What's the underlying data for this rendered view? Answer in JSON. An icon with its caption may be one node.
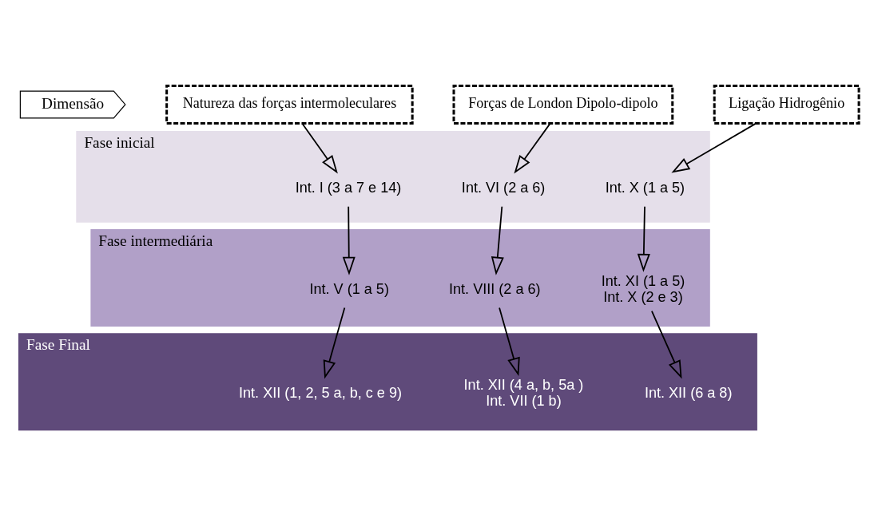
{
  "diagram": {
    "nodes": [
      {
        "text": [
          "Dimensão"
        ]
      },
      {
        "text": [
          "Natureza das forças intermoleculares"
        ]
      },
      {
        "text": [
          "Forças de London Dipolo-dipolo"
        ]
      },
      {
        "text": [
          "Ligação Hidrogênio"
        ]
      },
      {
        "text": [
          "Fase inicial"
        ]
      },
      {
        "text": [
          "Int. I (3 a 7 e 14)"
        ],
        "in": 4
      },
      {
        "text": [
          "Int. VI (2 a 6)"
        ],
        "in": 4
      },
      {
        "text": [
          "Int. X (1 a 5)"
        ],
        "in": 4
      },
      {
        "text": [
          "Fase intermediária"
        ]
      },
      {
        "text": [
          "Int. V (1 a 5)"
        ],
        "in": 8
      },
      {
        "text": [
          "Int. VIII (2 a 6)"
        ],
        "in": 8
      },
      {
        "text": [
          "Int. XI (1 a 5)",
          "Int. X (2 e 3)"
        ],
        "in": 8
      },
      {
        "text": [
          "Fase Final"
        ]
      },
      {
        "text": [
          "Int. XII (1, 2, 5 a, b, c e 9)"
        ],
        "in": 12
      },
      {
        "text": [
          "Int. XII (4 a, b, 5a )",
          "Int. VII (1 b)"
        ],
        "in": 12
      },
      {
        "text": [
          "Int. XII (6 a 8)"
        ],
        "in": 12
      }
    ],
    "edges": [
      {
        "from": 1,
        "to": 5,
        "arrow": "to"
      },
      {
        "from": 2,
        "to": 6,
        "arrow": "to"
      },
      {
        "from": 3,
        "to": 7,
        "arrow": "to"
      },
      {
        "from": 5,
        "to": 9,
        "arrow": "to"
      },
      {
        "from": 6,
        "to": 10,
        "arrow": "to"
      },
      {
        "from": 7,
        "to": 11,
        "arrow": "to"
      },
      {
        "from": 9,
        "to": 13,
        "arrow": "to"
      },
      {
        "from": 10,
        "to": 14,
        "arrow": "to"
      },
      {
        "from": 11,
        "to": 15,
        "arrow": "to"
      }
    ]
  }
}
